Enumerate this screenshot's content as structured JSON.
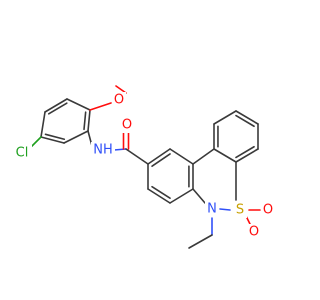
{
  "molecule": {
    "atom_labels": {
      "cl": "Cl",
      "o_methoxy": "O",
      "o_carbonyl": "O",
      "nh": "NH",
      "n_ring": "N",
      "s": "S",
      "o_sulfonyl_1": "O",
      "o_sulfonyl_2": "O"
    }
  },
  "colors": {
    "carbon_bond": "#3a3a3a",
    "oxygen": "#ff0d0d",
    "nitrogen": "#3050f8",
    "sulfur": "#c8a000",
    "chlorine": "#1fa01f"
  }
}
